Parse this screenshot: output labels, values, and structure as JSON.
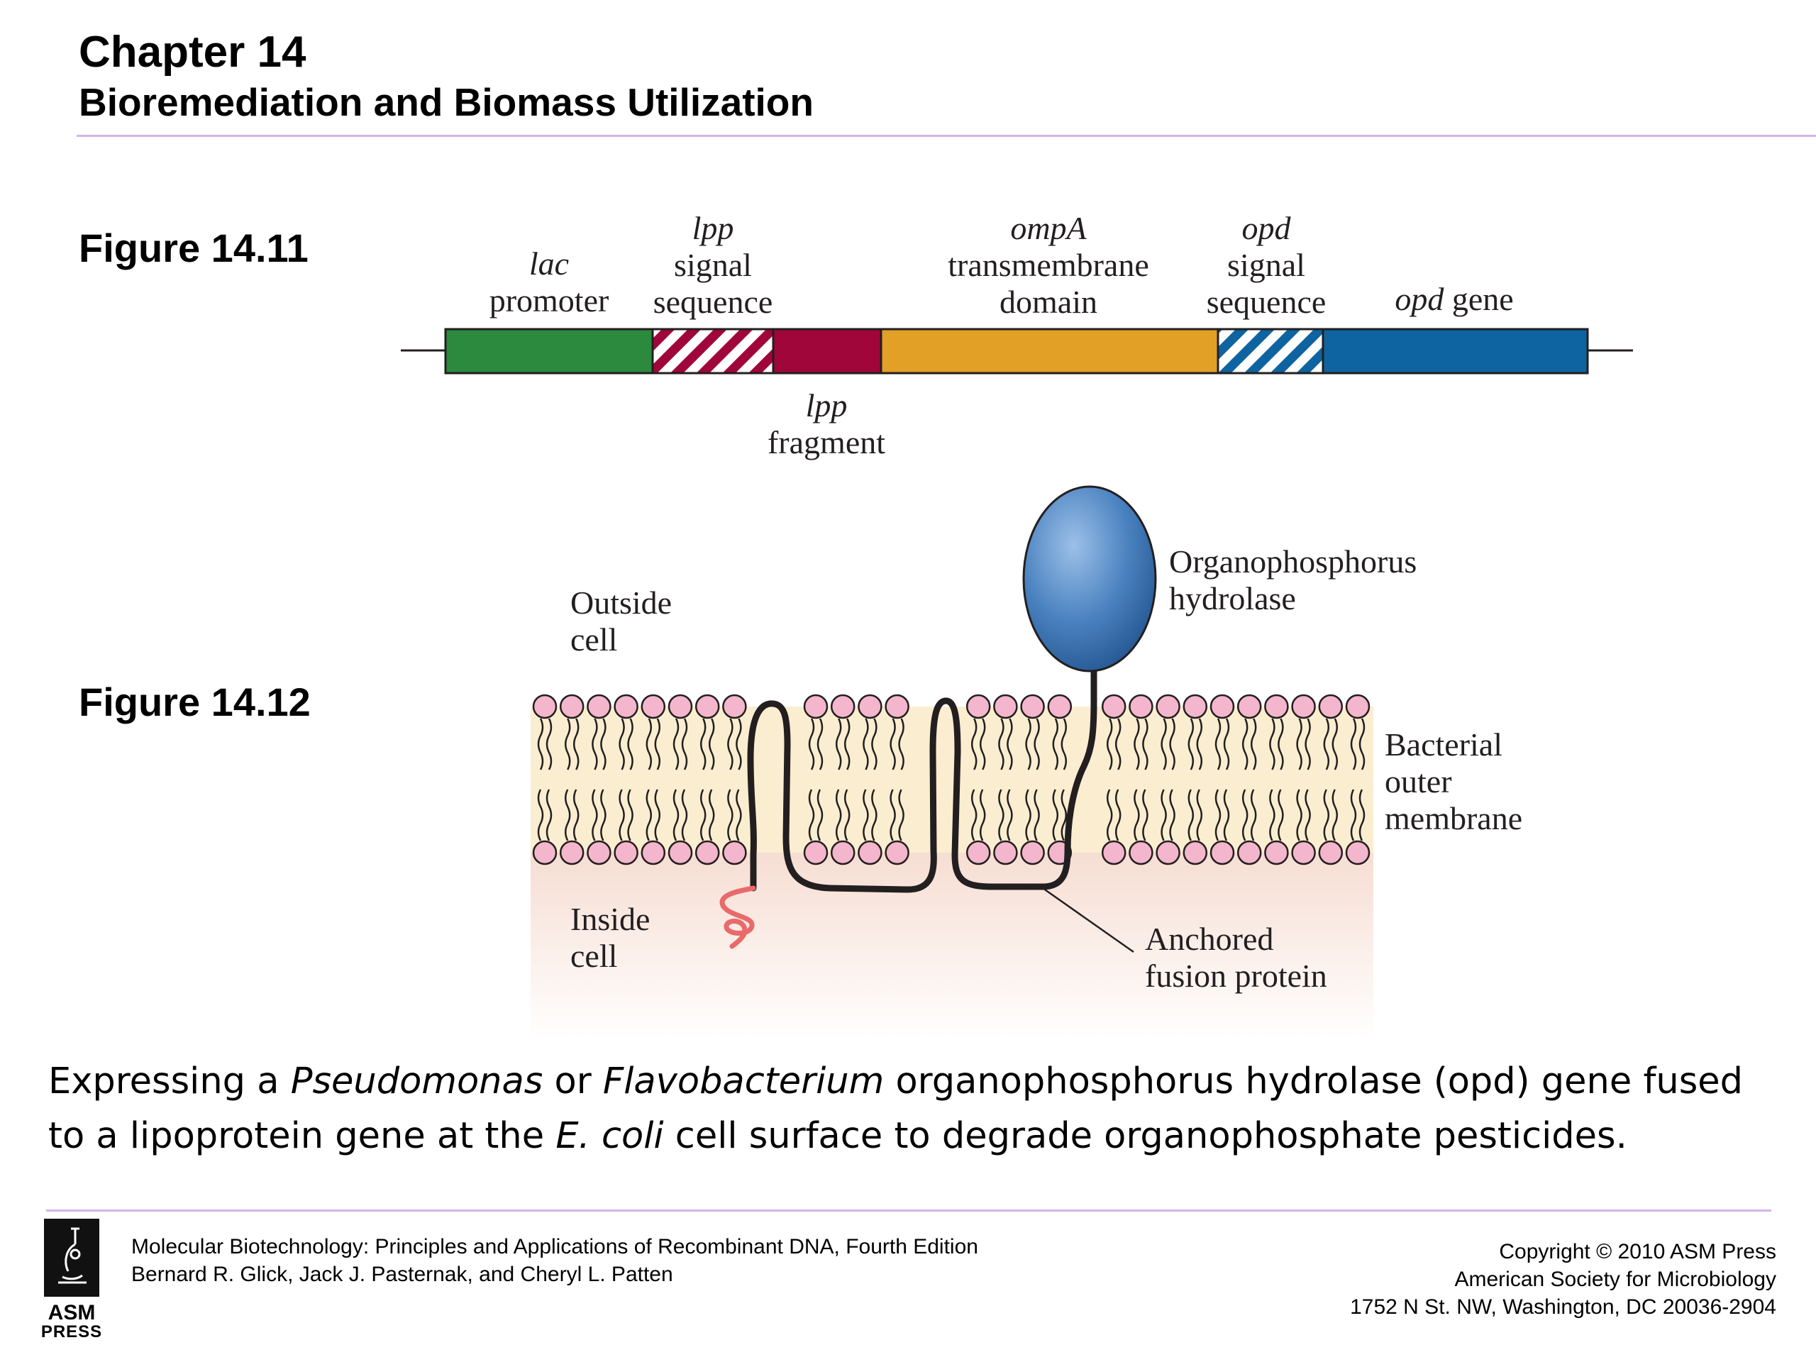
{
  "header": {
    "chapter": "Chapter 14",
    "subtitle": "Bioremediation and Biomass Utilization"
  },
  "figure_14_11": {
    "label": "Figure 14.11",
    "segments": [
      {
        "name": "lac promoter",
        "color": "#2b8a3e",
        "pattern": "solid"
      },
      {
        "name": "lpp signal sequence",
        "color": "#a0063a",
        "pattern": "hatched"
      },
      {
        "name": "lpp fragment",
        "color": "#a0063a",
        "pattern": "solid"
      },
      {
        "name": "ompA transmembrane domain",
        "color": "#e3a027",
        "pattern": "solid"
      },
      {
        "name": "opd signal sequence",
        "color": "#0e64a0",
        "pattern": "hatched"
      },
      {
        "name": "opd gene",
        "color": "#0e64a0",
        "pattern": "solid"
      }
    ],
    "labels": {
      "lac_italic": "lac",
      "lac_rest": "promoter",
      "lpp_sig_italic": "lpp",
      "lpp_sig_line2": "signal",
      "lpp_sig_line3": "sequence",
      "ompa_italic": "ompA",
      "ompa_line2": "transmembrane",
      "ompa_line3": "domain",
      "opd_sig_italic": "opd",
      "opd_sig_line2": "signal",
      "opd_sig_line3": "sequence",
      "opd_gene_italic": "opd",
      "opd_gene_rest": " gene",
      "lpp_frag_italic": "lpp",
      "lpp_frag_line2": "fragment"
    }
  },
  "figure_14_12": {
    "label": "Figure 14.12",
    "outside_line1": "Outside",
    "outside_line2": "cell",
    "inside_line1": "Inside",
    "inside_line2": "cell",
    "enzyme_line1": "Organophosphorus",
    "enzyme_line2": "hydrolase",
    "membrane_line1": "Bacterial",
    "membrane_line2": "outer",
    "membrane_line3": "membrane",
    "anchor_line1": "Anchored",
    "anchor_line2": "fusion protein",
    "colors": {
      "headgroup": "#f4b6cc",
      "membrane_core": "#fbeed0",
      "cytoplasm": "#f8e4dc",
      "enzyme": "#4a82c0",
      "signal_peptide": "#e86a6a"
    }
  },
  "caption": {
    "p1": "Expressing a ",
    "p2": "Pseudomonas",
    "p3": " or ",
    "p4": "Flavobacterium",
    "p5": " organophosphorus hydrolase (opd) gene fused to a lipoprotein gene at the ",
    "p6": "E. coli",
    "p7": " cell surface to degrade organophosphate pesticides."
  },
  "footer": {
    "logo_line1": "ASM",
    "logo_line2": "PRESS",
    "book_title": "Molecular Biotechnology: Principles and Applications of Recombinant DNA, Fourth Edition",
    "authors": "Bernard R. Glick, Jack J. Pasternak, and Cheryl L. Patten",
    "copyright": "Copyright © 2010 ASM Press",
    "society": "American Society for Microbiology",
    "address": "1752 N St. NW, Washington, DC 20036-2904"
  }
}
